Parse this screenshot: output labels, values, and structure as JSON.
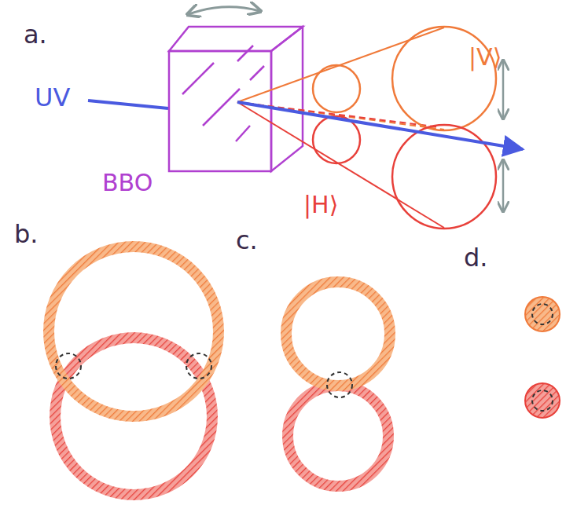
{
  "diagram": {
    "labels": [
      "a.",
      "UV",
      "BBO",
      "|V⟩",
      "|H⟩",
      "b.",
      "c.",
      "d."
    ]
  }
}
